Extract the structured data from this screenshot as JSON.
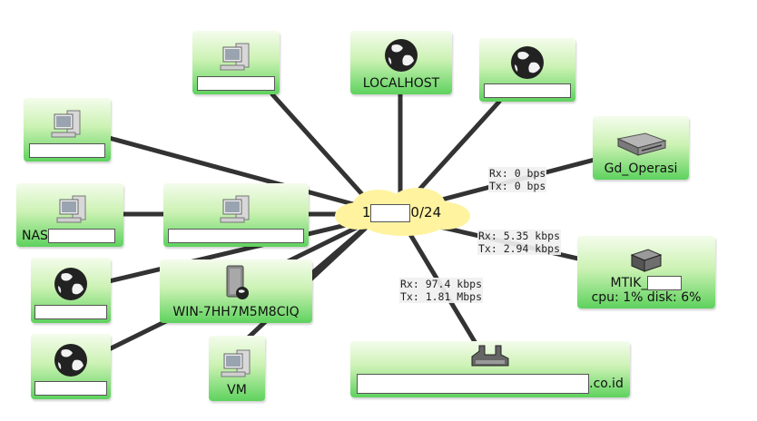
{
  "network": {
    "label_left": "1",
    "label_right": "0/24"
  },
  "nodes": {
    "pc_top": {
      "label": ""
    },
    "localhost": {
      "label": "LOCALHOST"
    },
    "globe_top": {
      "label": ""
    },
    "pc_left": {
      "label": ""
    },
    "gd_operasi": {
      "label": "Gd_Operasi"
    },
    "nas": {
      "label": "NAS"
    },
    "pc_mid": {
      "label": ""
    },
    "globe_left_1": {
      "label": ""
    },
    "win": {
      "label": "WIN-7HH7M5M8CIQ"
    },
    "mtik": {
      "label": "MTIK_",
      "stats": "cpu: 1% disk: 6%"
    },
    "globe_left_2": {
      "label": ""
    },
    "vm": {
      "label": "VM"
    },
    "router": {
      "label": ".co.id"
    }
  },
  "traffic": {
    "gd_operasi": {
      "rx": "Rx: 0 bps",
      "tx": "Tx: 0 bps"
    },
    "mtik": {
      "rx": "Rx: 5.35 kbps",
      "tx": "Tx: 2.94 kbps"
    },
    "router": {
      "rx": "Rx: 97.4 kbps",
      "tx": "Tx: 1.81 Mbps"
    }
  },
  "colors": {
    "node_top": "#f4fcec",
    "node_bottom": "#5ed25e",
    "link": "#333333",
    "cloud": "#fff3a0"
  },
  "icons": {
    "pc": "desktop-computer-icon",
    "globe": "globe-icon",
    "server": "rack-server-icon",
    "device": "network-device-icon",
    "windows_server": "windows-server-icon",
    "router": "router-icon"
  }
}
